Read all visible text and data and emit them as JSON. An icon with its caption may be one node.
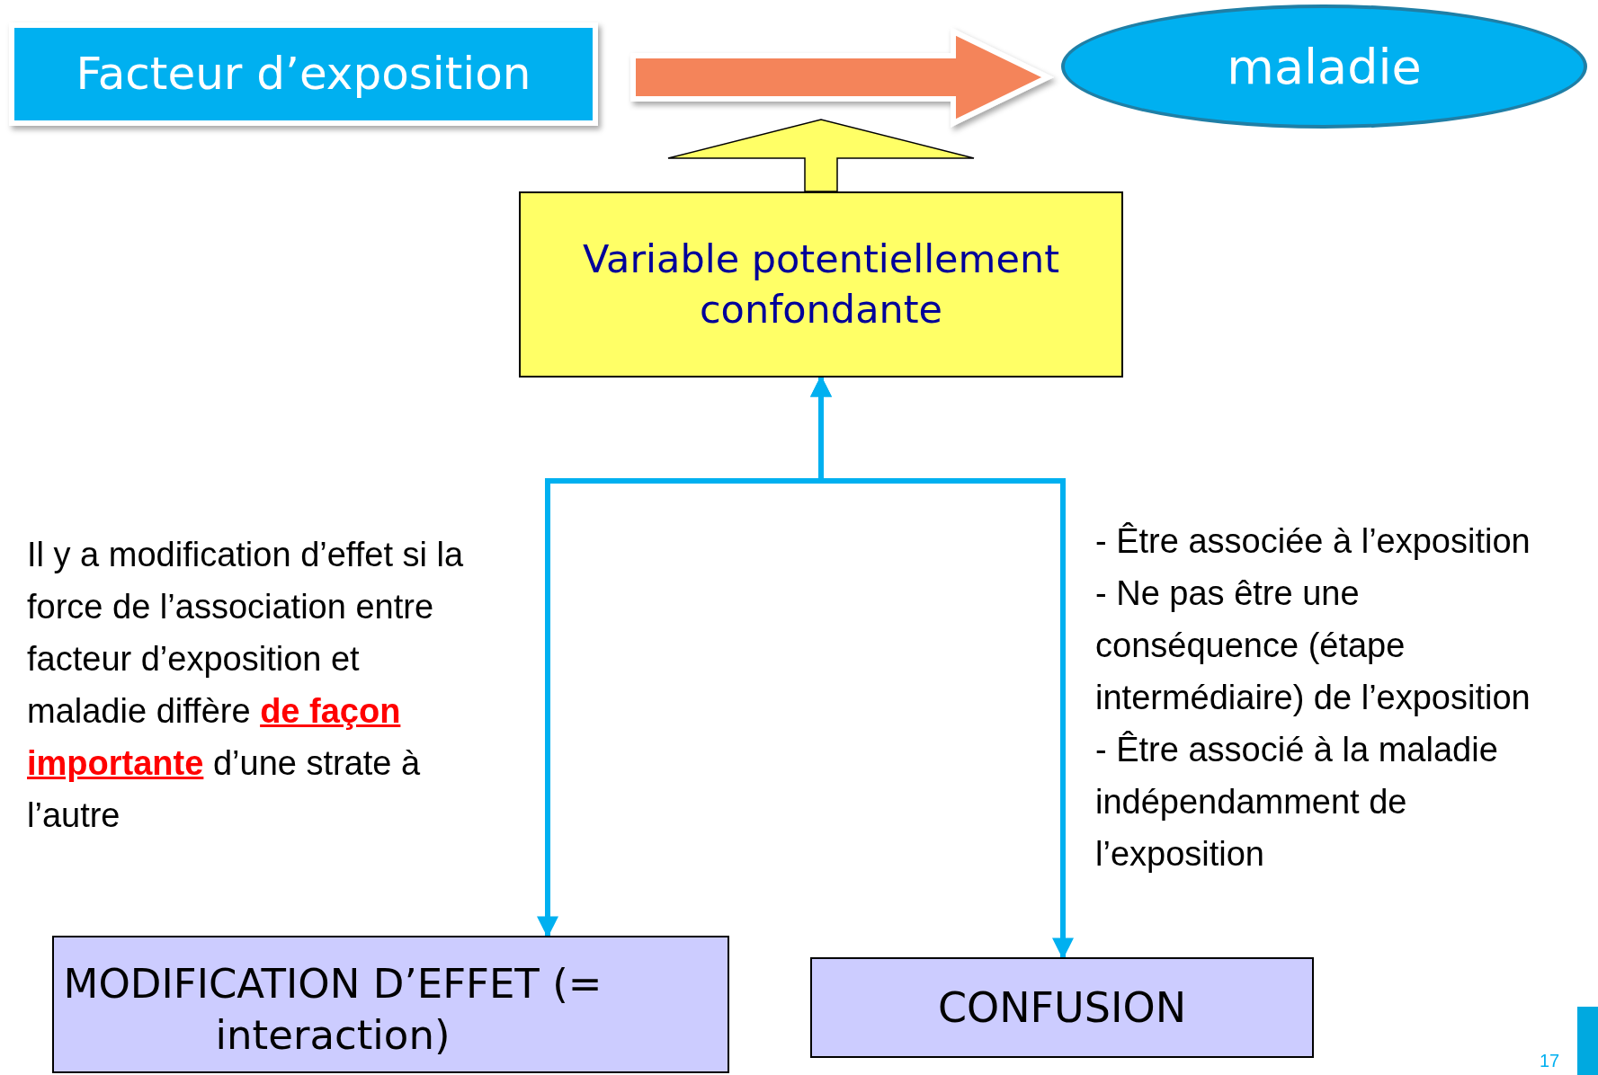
{
  "diagram": {
    "nodes": [
      {
        "text": [
          "Facteur d’exposition"
        ]
      },
      {
        "text": [
          "maladie"
        ]
      },
      {
        "text": [
          "Variable potentiellement confondante"
        ]
      },
      {
        "text": [
          "MODIFICATION D’EFFET (= interaction)"
        ]
      },
      {
        "text": [
          "CONFUSION"
        ]
      }
    ],
    "edges": [
      {
        "from": 0,
        "to": 1,
        "arrow": "to",
        "style": "thick",
        "color": "#f4845a"
      },
      {
        "from": 2,
        "to": null,
        "arrow": "to",
        "style": "thick",
        "color": "#ffff66"
      },
      {
        "from": 2,
        "to": 3,
        "arrow": "both"
      },
      {
        "from": 2,
        "to": 4,
        "arrow": "both"
      }
    ],
    "labels": [
      "Il y a modification d’effet si la force de l’association entre facteur d’exposition et maladie diffère **de façon importante** d’une strate à l’autre",
      "- Être associée à l’exposition",
      "- Ne pas être une conséquence (étape intermédiaire) de l’exposition",
      "- Être associé à la maladie indépendamment de l’exposition",
      "17"
    ]
  }
}
